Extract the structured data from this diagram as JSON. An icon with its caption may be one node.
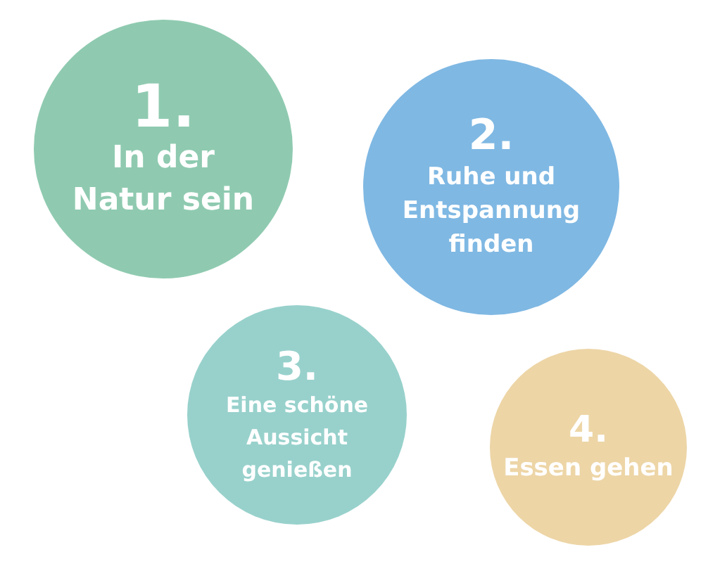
{
  "diagram": {
    "nodes": [
      {
        "text": [
          "1.",
          "In der Natur sein"
        ]
      },
      {
        "text": [
          "2.",
          "Ruhe und Entspannung finden"
        ]
      },
      {
        "text": [
          "3.",
          "Eine schöne Aussicht genießen"
        ]
      },
      {
        "text": [
          "4.",
          "Essen gehen"
        ]
      }
    ]
  }
}
